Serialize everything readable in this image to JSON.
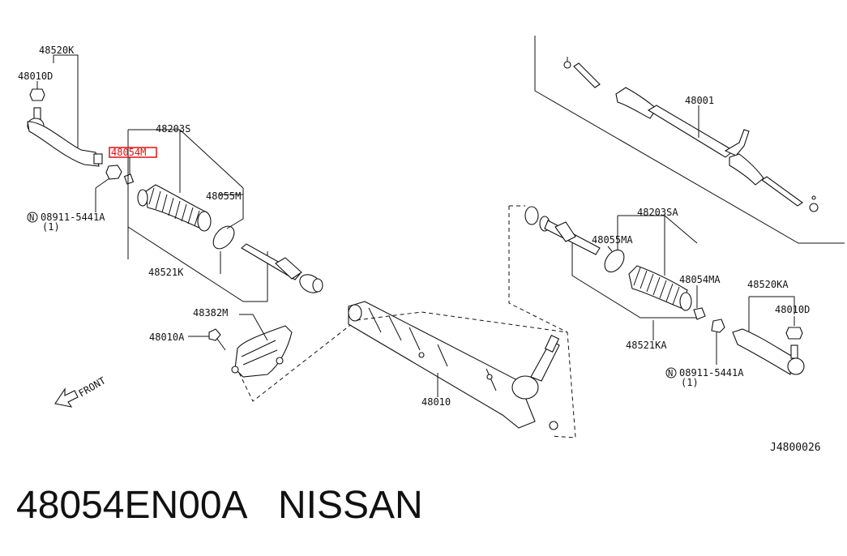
{
  "labels": {
    "p48520K": "48520K",
    "p48010D_left": "48010D",
    "p48203S": "48203S",
    "p48054M": "48054M",
    "p48055M": "48055M",
    "p08911_left": "08911-5441A",
    "qty_left": "(1)",
    "p48521K": "48521K",
    "p48382M": "48382M",
    "p48010A": "48010A",
    "front": "FRONT",
    "p48001": "48001",
    "p48203SA": "48203SA",
    "p48055MA": "48055MA",
    "p48054MA": "48054MA",
    "p48520KA": "48520KA",
    "p48010D_right": "48010D",
    "p48521KA": "48521KA",
    "p08911_right": "08911-5441A",
    "qty_right": "(1)",
    "p48010": "48010",
    "diagram_code": "J4800026"
  },
  "caption": {
    "part_number": "48054EN00A",
    "brand": "NISSAN"
  },
  "colors": {
    "highlight": "#e01010",
    "ink": "#111111"
  }
}
